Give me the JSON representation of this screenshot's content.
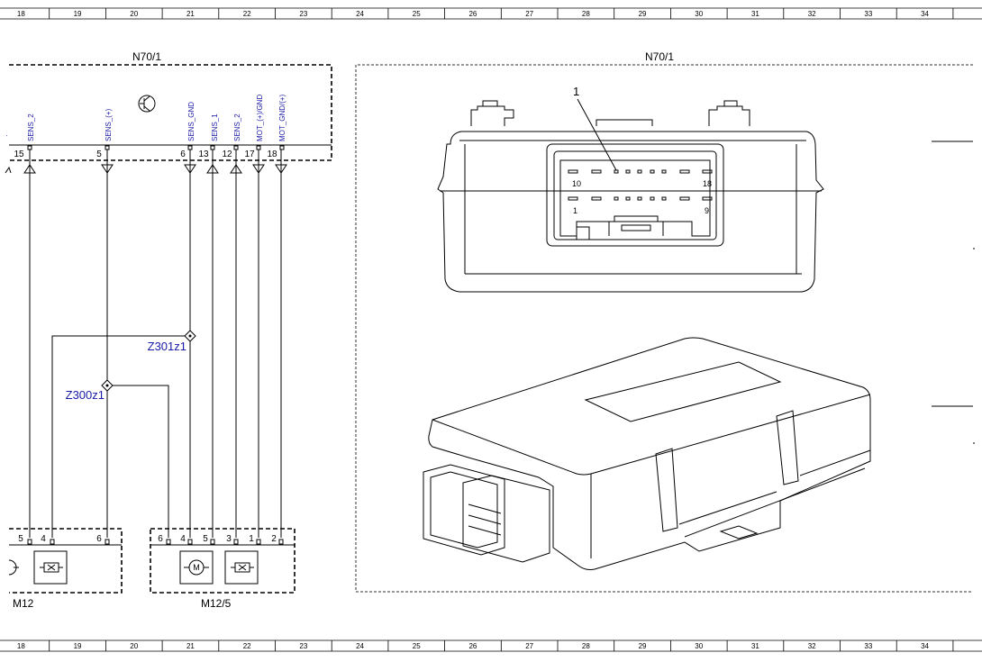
{
  "ruler": [
    "18",
    "19",
    "20",
    "21",
    "22",
    "23",
    "24",
    "25",
    "26",
    "27",
    "28",
    "29",
    "30",
    "31",
    "32",
    "33",
    "34"
  ],
  "left_box": {
    "title": "N70/1",
    "signals": [
      {
        "label": "SENS_2",
        "pin": "15"
      },
      {
        "label": "SENS_(+)",
        "pin": "5"
      },
      {
        "label": "SENS_GND",
        "pin": "6"
      },
      {
        "label": "SENS_1",
        "pin": "13"
      },
      {
        "label": "SENS_2",
        "pin": "12"
      },
      {
        "label": "MOT_(+)/GND",
        "pin": "17"
      },
      {
        "label": "MOT_GND/(+)",
        "pin": "18"
      }
    ]
  },
  "splices": [
    {
      "label": "Z301z1"
    },
    {
      "label": "Z300z1"
    }
  ],
  "m12": {
    "label": "M12",
    "pins": [
      "5",
      "4",
      "6"
    ]
  },
  "m12_5": {
    "label": "M12/5",
    "pins": [
      "6",
      "4",
      "5",
      "3",
      "1",
      "2"
    ],
    "motor_symbol": "M"
  },
  "right_box": {
    "title": "N70/1",
    "callout": "1",
    "connector_pins": {
      "top_left": "10",
      "top_right": "18",
      "bottom_left": "1",
      "bottom_right": "9"
    }
  }
}
